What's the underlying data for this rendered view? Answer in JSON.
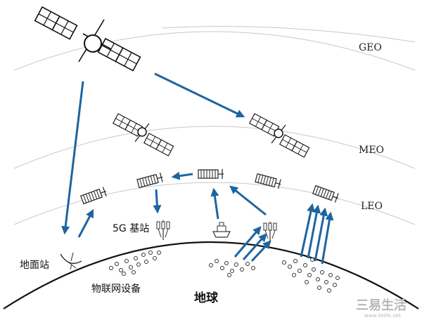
{
  "orbits": {
    "geo_label": "GEO",
    "meo_label": "MEO",
    "leo_label": "LEO"
  },
  "labels": {
    "base_station": "5G 基站",
    "ground_station": "地面站",
    "iot_devices": "物联网设备",
    "earth": "地球"
  },
  "watermark": {
    "text": "三易生活",
    "sub": "www.3elife.net"
  },
  "colors": {
    "arrow": "#1e64a0",
    "orbit": "#c8c8c8"
  }
}
